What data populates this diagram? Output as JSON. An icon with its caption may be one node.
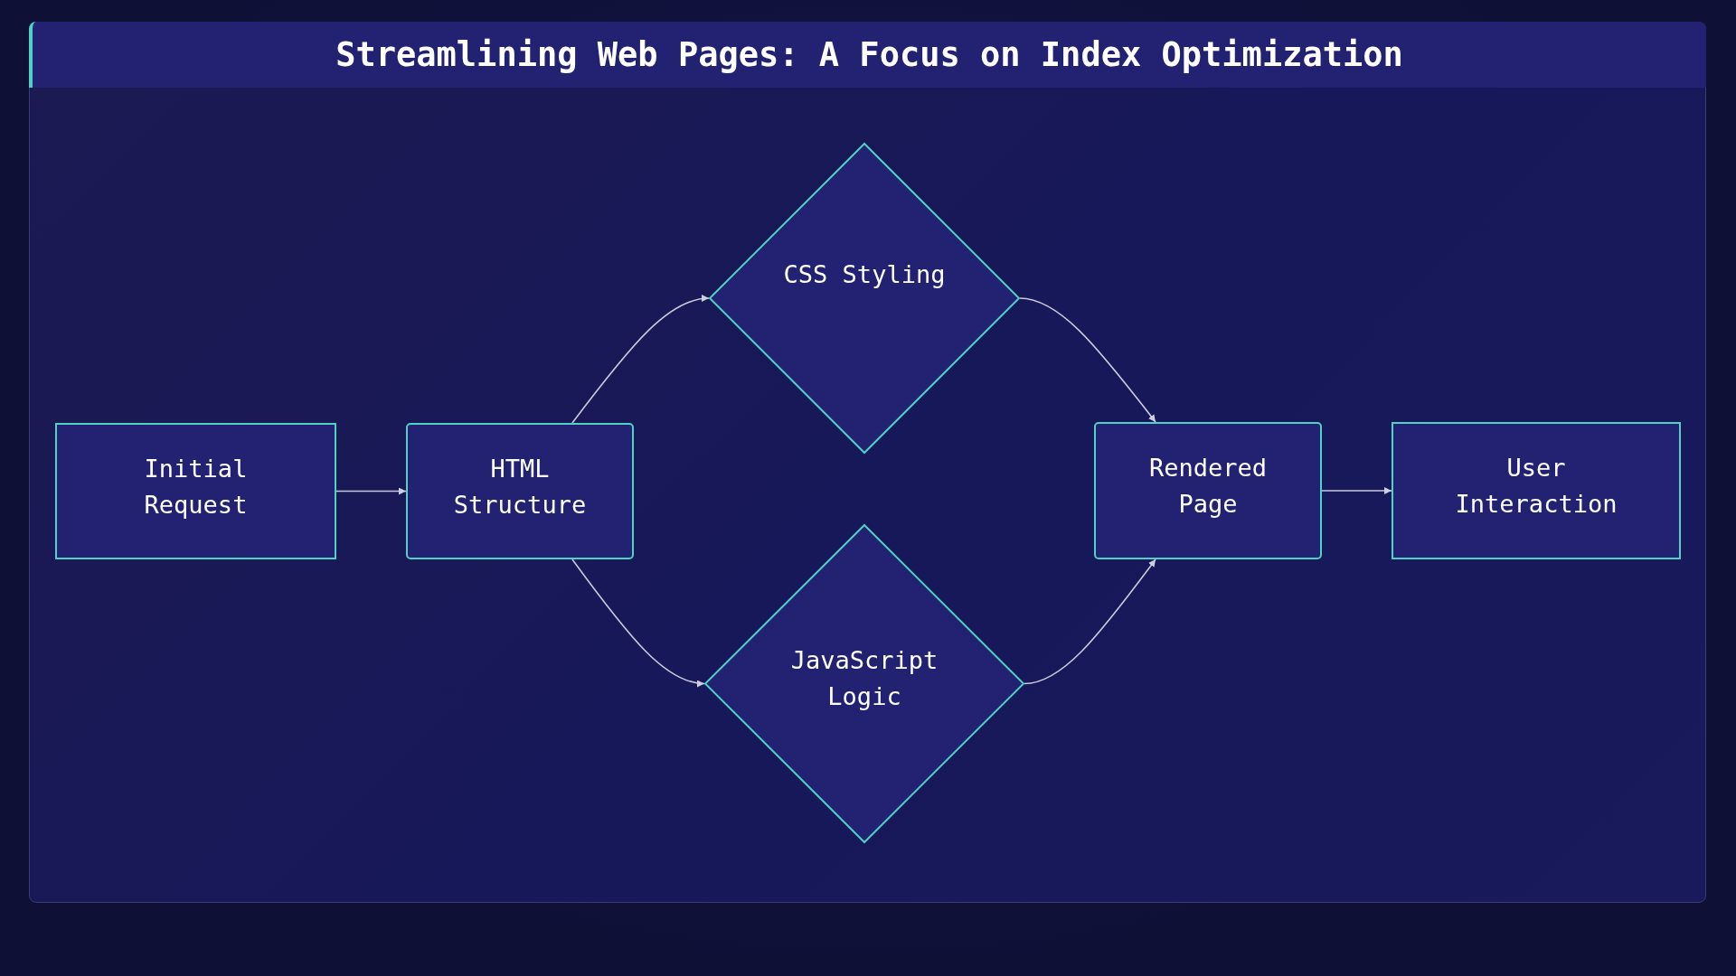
{
  "diagram": {
    "title": "Streamlining Web Pages: A Focus on Index Optimization",
    "nodes": [
      {
        "text": [
          "Initial Request"
        ]
      },
      {
        "text": [
          "HTML Structure"
        ]
      },
      {
        "text": [
          "CSS Styling"
        ]
      },
      {
        "text": [
          "JavaScript Logic"
        ]
      },
      {
        "text": [
          "Rendered Page"
        ]
      },
      {
        "text": [
          "User Interaction"
        ]
      }
    ],
    "edges": [
      {
        "from": 0,
        "to": 1,
        "arrow": "to"
      },
      {
        "from": 1,
        "to": 2,
        "arrow": "to"
      },
      {
        "from": 1,
        "to": 3,
        "arrow": "to"
      },
      {
        "from": 2,
        "to": 4,
        "arrow": "to"
      },
      {
        "from": 3,
        "to": 4,
        "arrow": "to"
      },
      {
        "from": 4,
        "to": 5,
        "arrow": "to"
      }
    ]
  }
}
